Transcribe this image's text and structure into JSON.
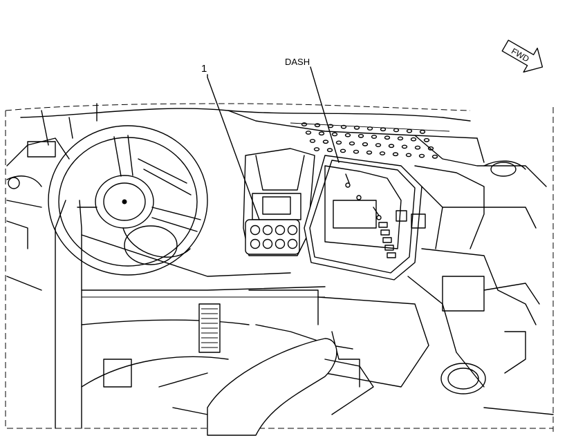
{
  "callouts": {
    "item_1": "1",
    "dash": "DASH"
  },
  "direction_arrow": {
    "label": "FWD",
    "icon": "forward-arrow-icon"
  },
  "colors": {
    "ink": "#000000",
    "paper": "#ffffff"
  }
}
